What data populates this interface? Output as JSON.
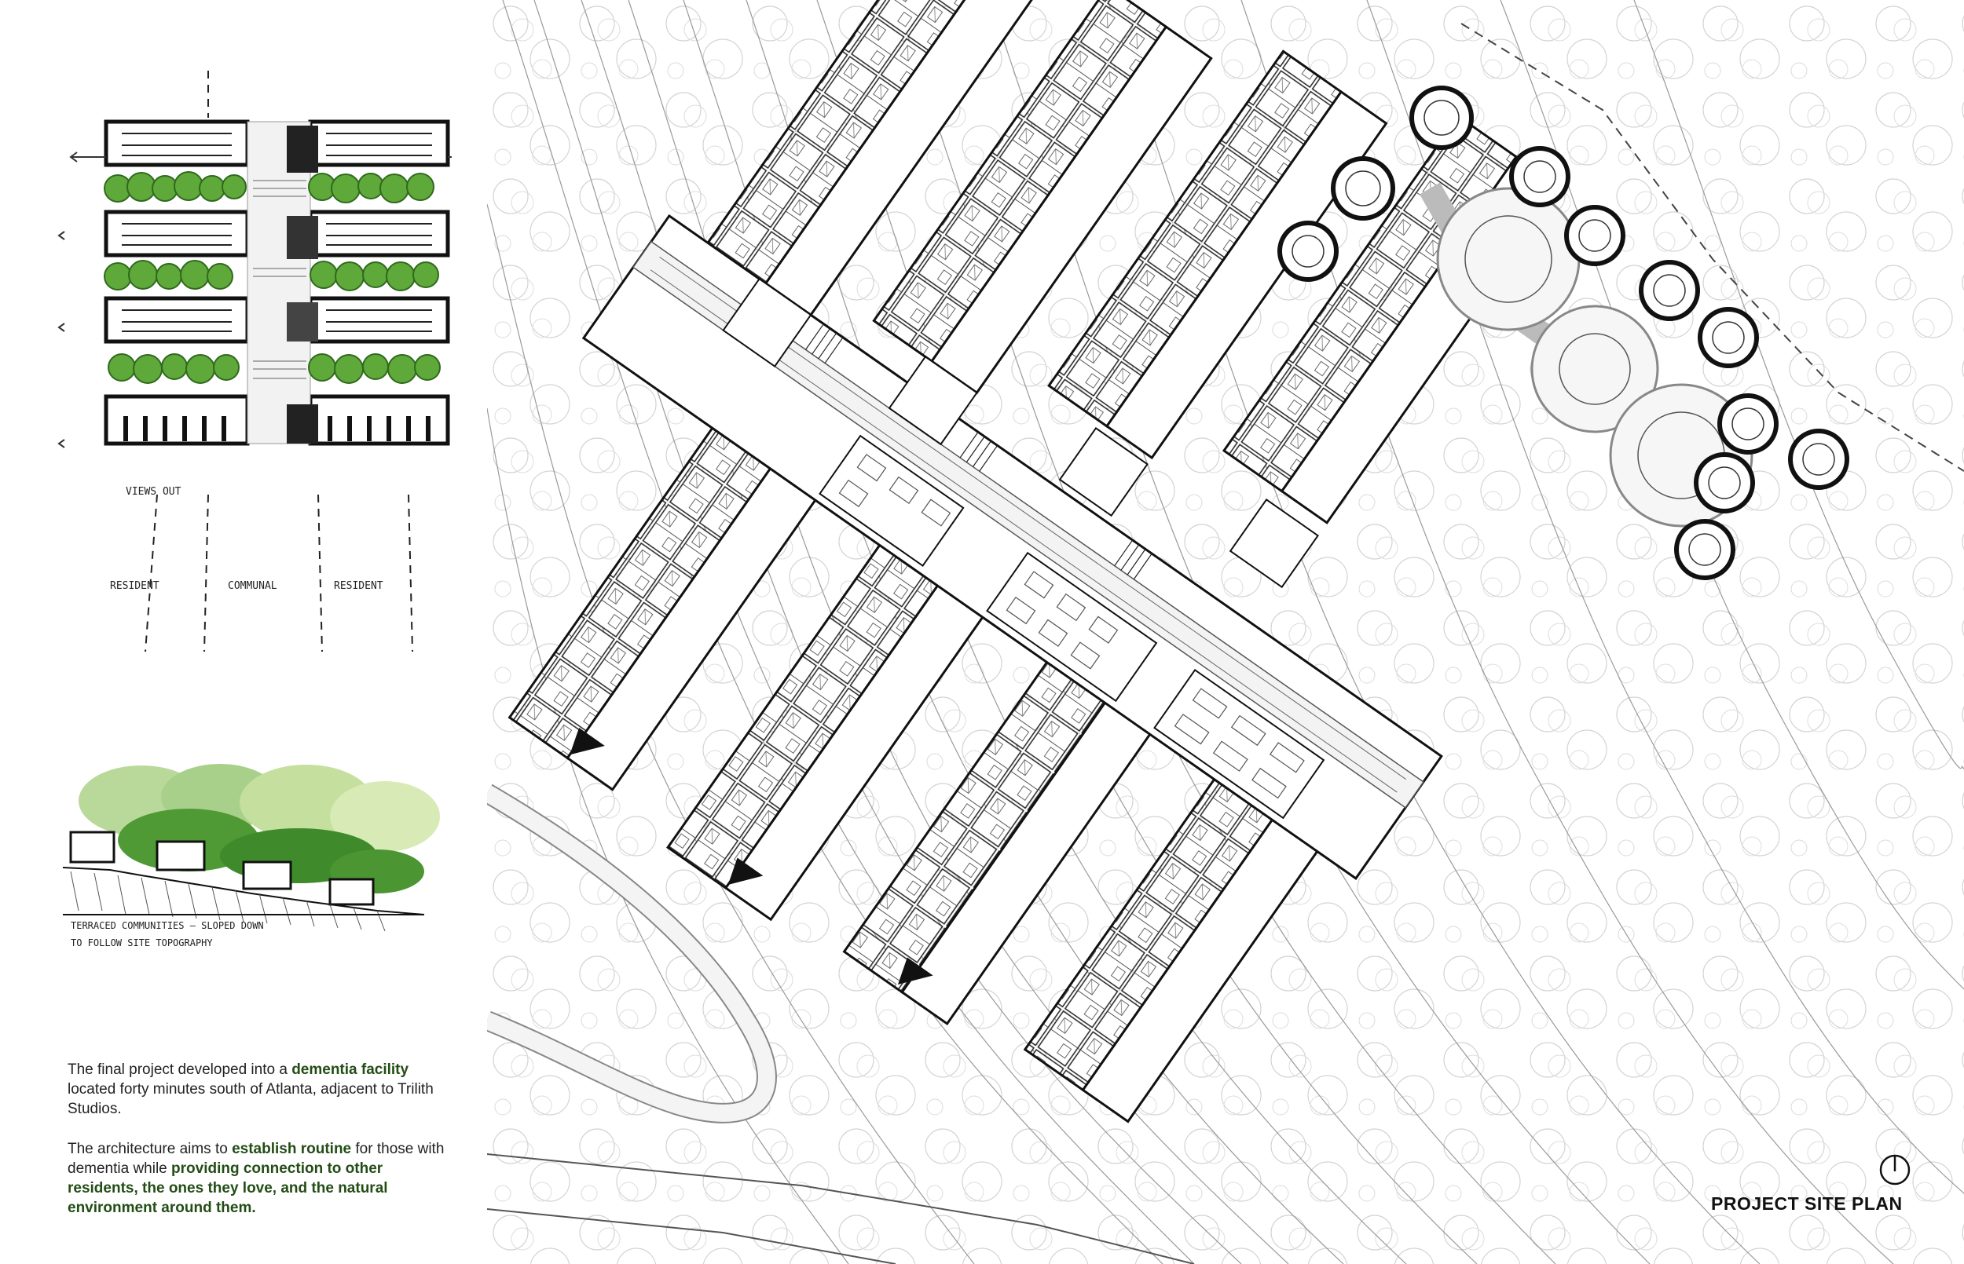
{
  "sketch_elevation": {
    "views_label": "VIEWS OUT",
    "zones": [
      "RESIDENT",
      "COMMUNAL",
      "RESIDENT"
    ]
  },
  "sketch_section": {
    "caption_line1": "TERRACED COMMUNITIES — SLOPED DOWN",
    "caption_line2": "TO FOLLOW SITE TOPOGRAPHY"
  },
  "description": {
    "p1_a": "The final project developed into a ",
    "p1_b": "dementia facility",
    "p1_c": " located forty minutes south of Atlanta, adjacent to Trilith Studios.",
    "p2_a": "The architecture aims to ",
    "p2_b": "establish routine",
    "p2_c": " for those with dementia while ",
    "p2_d": "providing connection to other residents, the ones they love, and the natural environment around them."
  },
  "plan": {
    "title": "PROJECT SITE PLAN"
  },
  "colors": {
    "accent_green": "#234d16",
    "foliage": "#5fa83a",
    "ink": "#111111"
  }
}
